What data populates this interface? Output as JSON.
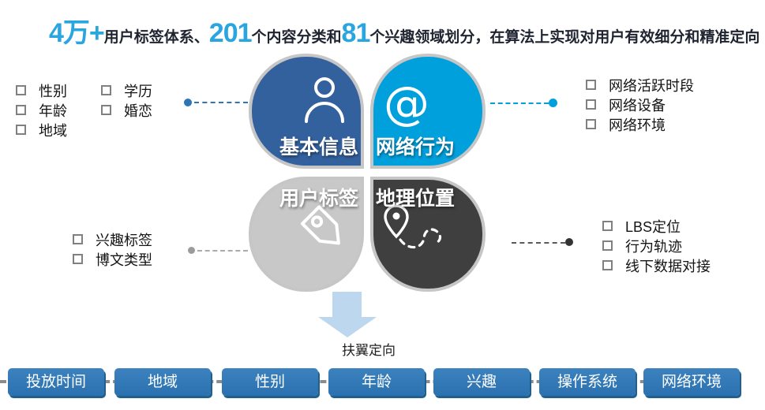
{
  "title": {
    "parts": [
      {
        "t": "4万+"
      },
      {
        "t": "用户标签体系、"
      },
      {
        "t": "201"
      },
      {
        "t": "个内容分类和"
      },
      {
        "t": "81"
      },
      {
        "t": "个兴趣领域划分，在算法上实现对用户有效细分和精准定向"
      }
    ]
  },
  "petals": {
    "basic_info": {
      "label": "基本信息",
      "icon": "person-icon",
      "color": "#33619E"
    },
    "network_behavior": {
      "label": "网络行为",
      "icon": "at-icon",
      "color": "#00A0DC"
    },
    "user_tags": {
      "label": "用户标签",
      "icon": "tag-icon",
      "color": "#C8C8C8"
    },
    "geo_location": {
      "label": "地理位置",
      "icon": "location-route-icon",
      "color": "#3F3F3F"
    }
  },
  "side_lists": {
    "basic_info": {
      "items_col1": [
        "性别",
        "年龄",
        "地域"
      ],
      "items_col2": [
        "学历",
        "婚恋"
      ]
    },
    "network_behavior": {
      "items": [
        "网络活跃时段",
        "网络设备",
        "网络环境"
      ]
    },
    "user_tags": {
      "items": [
        "兴趣标签",
        "博文类型"
      ]
    },
    "geo_location": {
      "items": [
        "LBS定位",
        "行为轨迹",
        "线下数据对接"
      ]
    }
  },
  "funnel": {
    "arrow_label": "扶翼定向"
  },
  "bottom_bar": {
    "buttons": [
      "投放时间",
      "地域",
      "性别",
      "年龄",
      "兴趣",
      "操作系统",
      "网络环境"
    ]
  },
  "icons": {
    "at": "@"
  },
  "colors": {
    "accent_cyan": "#29A5DF",
    "title_text": "#1F2430",
    "petal_border": "#C6C6C6",
    "button_blue": "#2E75B6",
    "arrow_blue": "#BDD7EE",
    "connector_blue": "#2E75B6",
    "connector_cyan": "#00A0DC",
    "connector_gray": "#9B9B9B",
    "connector_dark": "#3F3F3F"
  }
}
